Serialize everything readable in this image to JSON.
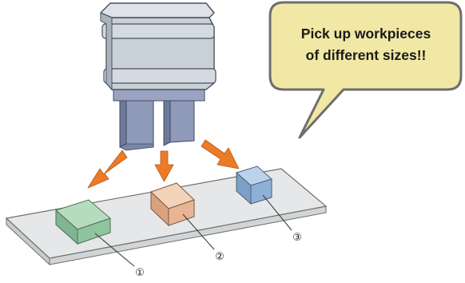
{
  "callout": {
    "line1": "Pick up workpieces",
    "line2": "of different sizes!!"
  },
  "workpieces": [
    {
      "label": "①",
      "color": "#8fc49f"
    },
    {
      "label": "②",
      "color": "#e8b594"
    },
    {
      "label": "③",
      "color": "#8fb0d6"
    }
  ],
  "colors": {
    "gripper_body": "#c9d1d8",
    "gripper_fingers": "#8f9ab8",
    "arrows": "#ec7a26",
    "callout_fill": "#f0e8a4",
    "callout_border": "#6e6e6e",
    "tray": "#e5e7e8"
  }
}
